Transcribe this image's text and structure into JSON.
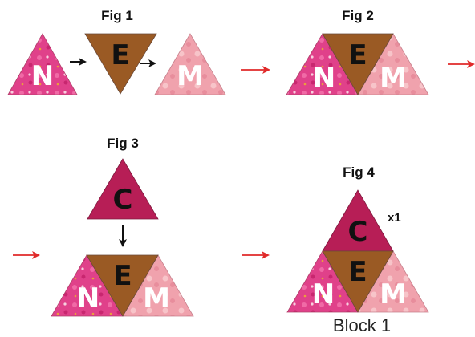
{
  "colors": {
    "n_fabric": "#e0418a",
    "n_fabric_dark": "#c8266f",
    "m_fabric": "#f0a2ad",
    "m_fabric_light": "#f7c4c9",
    "e_fabric": "#9a5a24",
    "c_fabric": "#b71e56",
    "arrow_black": "#111111",
    "arrow_red": "#e02a2a",
    "edge": "#6b4a3a"
  },
  "figures": {
    "fig1": {
      "title": "Fig 1",
      "n": "N",
      "e": "E",
      "m": "M"
    },
    "fig2": {
      "title": "Fig 2",
      "n": "N",
      "e": "E",
      "m": "M"
    },
    "fig3": {
      "title": "Fig 3",
      "c": "C",
      "n": "N",
      "e": "E",
      "m": "M"
    },
    "fig4": {
      "title": "Fig 4",
      "c": "C",
      "n": "N",
      "e": "E",
      "m": "M",
      "quantity": "x1",
      "block_label": "Block 1"
    }
  }
}
